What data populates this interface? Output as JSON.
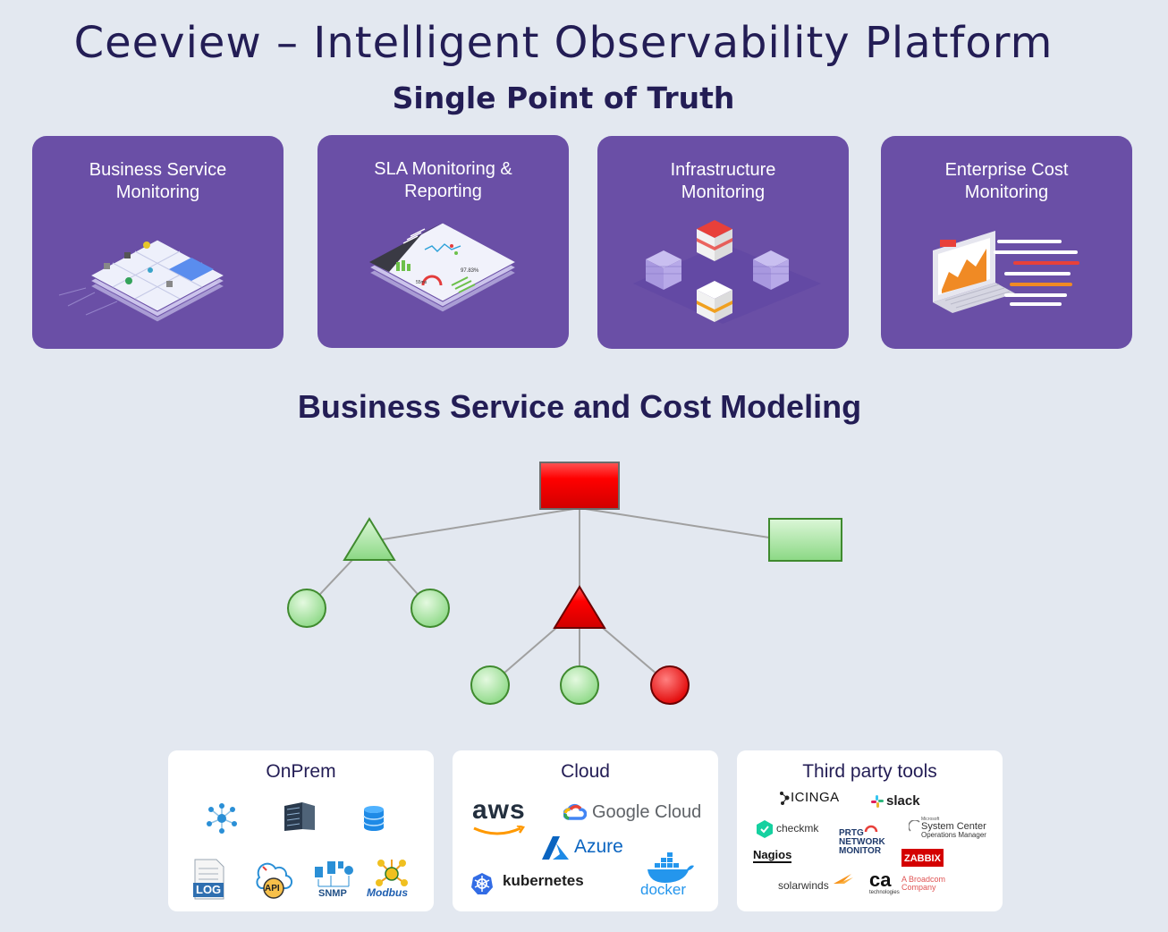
{
  "header": {
    "title": "Ceeview – Intelligent Observability Platform",
    "subtitle": "Single Point of Truth"
  },
  "cards": [
    {
      "title": "Business Service\nMonitoring",
      "icon": "service-grid-icon"
    },
    {
      "title": "SLA Monitoring &\nReporting",
      "icon": "dashboard-icon"
    },
    {
      "title": "Infrastructure\nMonitoring",
      "icon": "server-stack-icon"
    },
    {
      "title": "Enterprise Cost\nMonitoring",
      "icon": "laptop-chart-icon"
    }
  ],
  "modeling": {
    "title": "Business Service and Cost Modeling",
    "colors": {
      "ok": "#9ee19a",
      "critical": "#ff0000",
      "ok_border": "#3f8a2e",
      "critical_border": "#6b0000",
      "link": "#a0a0a0"
    }
  },
  "sources": {
    "onprem": {
      "title": "OnPrem",
      "icons": [
        "network-icon",
        "server-rack-icon",
        "database-icon",
        "log-file-icon",
        "api-icon",
        "snmp-icon",
        "modbus-icon"
      ],
      "labels": {
        "log": "LOG",
        "api": "API",
        "snmp": "SNMP",
        "modbus": "Modbus"
      }
    },
    "cloud": {
      "title": "Cloud",
      "logos": {
        "aws": "aws",
        "google": "Google Cloud",
        "azure": "Azure",
        "kubernetes": "kubernetes",
        "docker": "docker"
      }
    },
    "third_party": {
      "title": "Third party tools",
      "logos": {
        "icinga": "icinga",
        "slack": "slack",
        "checkmk": "checkmk",
        "prtg_1": "PRTG",
        "prtg_2": "NETWORK",
        "prtg_3": "MONITOR",
        "scom_0": "Microsoft",
        "scom_1": "System Center",
        "scom_2": "Operations Manager",
        "nagios": "Nagios",
        "zabbix": "ZABBIX",
        "solarwinds": "solarwinds",
        "ca": "ca",
        "ca_sub": "technologies",
        "broadcom_1": "A Broadcom",
        "broadcom_2": "Company"
      }
    }
  }
}
